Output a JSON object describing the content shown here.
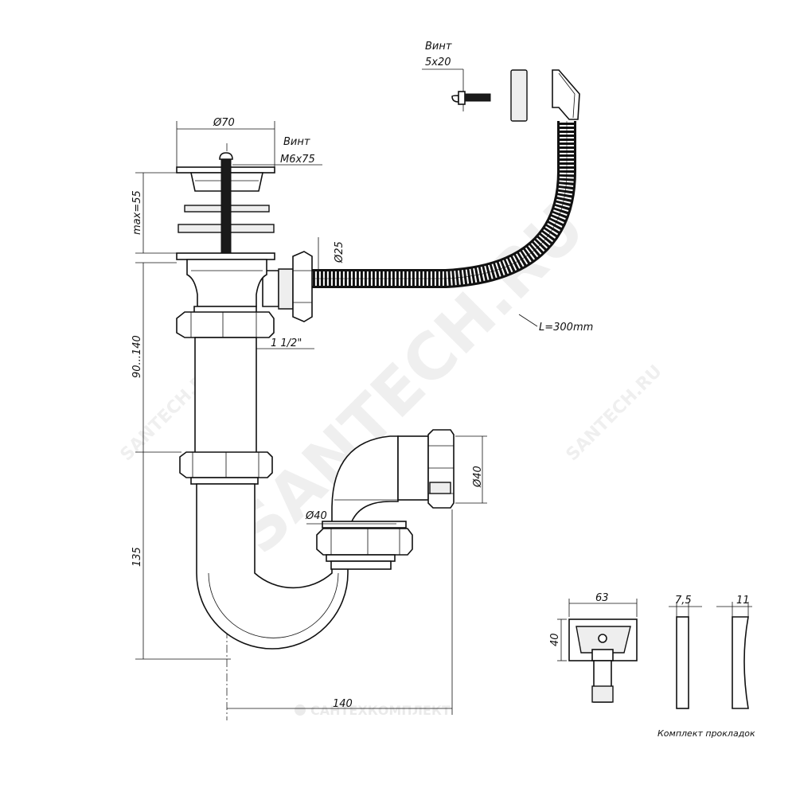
{
  "labels": {
    "screw_top": "Винт",
    "screw_top_size": "5x20",
    "diameter_70": "Ø70",
    "screw_main": "Винт",
    "screw_main_size": "М6x75",
    "max55": "max=55",
    "d25": "Ø25",
    "hose_length": "L=300mm",
    "thread": "1 1/2\"",
    "range_90_140": "90...140",
    "d40_right": "Ø40",
    "d40_left": "Ø40",
    "h135": "135",
    "w140": "140",
    "gasket_63": "63",
    "gasket_40": "40",
    "gasket_7_5": "7,5",
    "gasket_11": "11",
    "gasket_caption": "Комплект прокладок"
  },
  "watermarks": {
    "main": "SANTECH.RU",
    "side_left": "SANTECH.RU",
    "side_right": "SANTECH.RU",
    "bottom": "САНТЕХКОМПЛЕКТ"
  }
}
